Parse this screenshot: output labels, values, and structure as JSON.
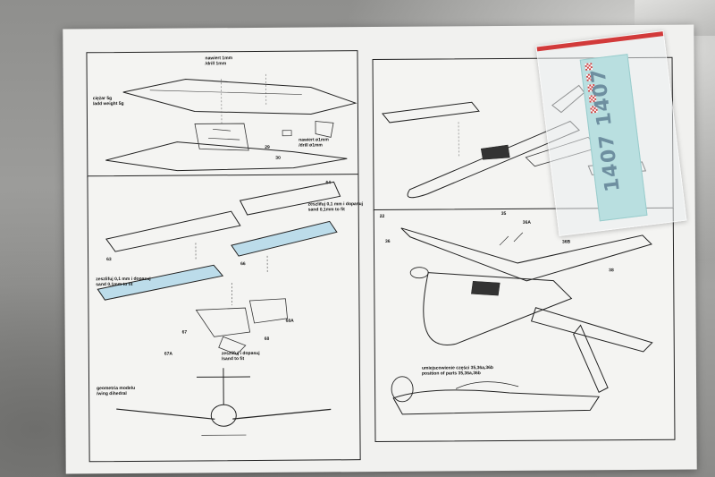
{
  "labels": {
    "p1_a": "nawiert 1mm",
    "p1_b": "/drill 1mm",
    "p1_c": "ciężar 5g",
    "p1_d": "/add weight 5g",
    "p1_e": "nawiert ø1mm",
    "p1_f": "/drill ø1mm",
    "p1_n1": "29",
    "p1_n2": "30",
    "p2_a": "zeszlifuj 0,1 mm i dopasuj",
    "p2_b": "sand 0,1mm to fit",
    "p2_c": "zeszlifuj 0,1 mm i dopasuj",
    "p2_d": "sand 0,1mm to fit",
    "p2_e": "zeszlifuj i dopasuj",
    "p2_f": "/sand to fit",
    "p2_g": "geometria modelu",
    "p2_h": "/wing dihedral",
    "p2_n1": "64",
    "p2_n2": "63",
    "p2_n3": "66",
    "p2_n4": "68A",
    "p2_n5": "67",
    "p2_n6": "67A",
    "p2_n7": "68",
    "p4_a": "umiejscowienie części 35,36a,36b",
    "p4_b": "position of parts 35,36a,36b",
    "p4_n1": "22",
    "p4_n2": "35",
    "p4_n3": "36A",
    "p4_n4": "36",
    "p4_n5": "36B",
    "p4_n6": "38",
    "decal": "1407 1407"
  },
  "colors": {
    "decal_blue": "#b9dfe0",
    "highlight_blue": "#bcdcea",
    "bag_stripe": "#d23a3a"
  }
}
